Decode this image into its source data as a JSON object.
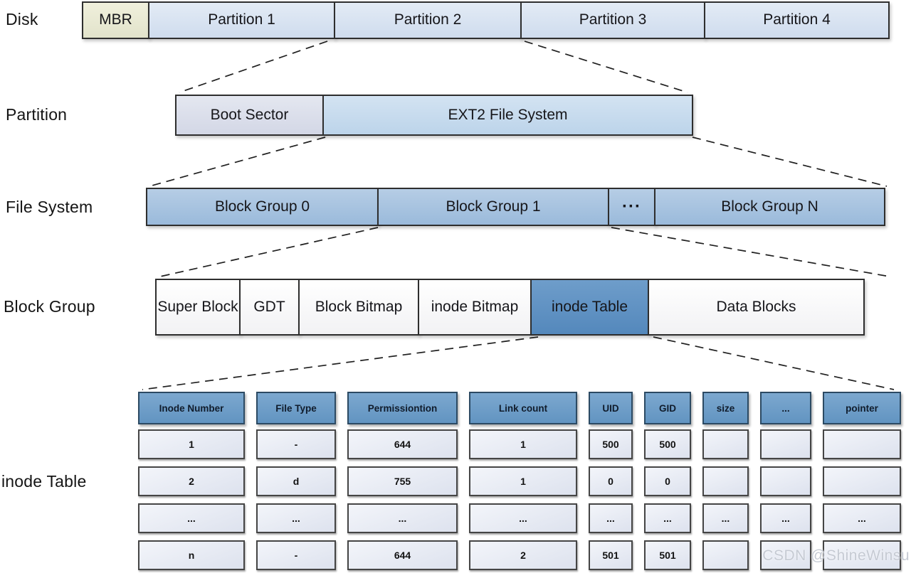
{
  "diagram": {
    "disk": {
      "label": "Disk",
      "segments": {
        "mbr": "MBR",
        "p1": "Partition 1",
        "p2": "Partition 2",
        "p3": "Partition 3",
        "p4": "Partition 4"
      }
    },
    "partition": {
      "label": "Partition",
      "boot_sector": "Boot Sector",
      "ext2": "EXT2 File System"
    },
    "file_system": {
      "label": "File System",
      "bg0": "Block Group 0",
      "bg1": "Block Group 1",
      "dots": "···",
      "bgn": "Block Group N"
    },
    "block_group": {
      "label": "Block Group",
      "super_block": "Super Block",
      "gdt": "GDT",
      "block_bitmap": "Block Bitmap",
      "inode_bitmap": "inode Bitmap",
      "inode_table": "inode Table",
      "data_blocks": "Data Blocks"
    },
    "inode_table": {
      "label": "inode Table",
      "headers": [
        "Inode Number",
        "File Type",
        "Permissiontion",
        "Link count",
        "UID",
        "GID",
        "size",
        "...",
        "pointer"
      ],
      "rows": [
        [
          "1",
          "-",
          "644",
          "1",
          "500",
          "500",
          "",
          "",
          ""
        ],
        [
          "2",
          "d",
          "755",
          "1",
          "0",
          "0",
          "",
          "",
          ""
        ],
        [
          "...",
          "...",
          "...",
          "...",
          "...",
          "...",
          "...",
          "...",
          "..."
        ],
        [
          "n",
          "-",
          "644",
          "2",
          "501",
          "501",
          "",
          "",
          ""
        ]
      ]
    }
  },
  "watermark": "CSDN @ShineWinsu",
  "colors": {
    "partition_fill": "#d9e3f0",
    "mbr_fill": "#ecedd7",
    "boot_sector_fill": "#dde0eb",
    "ext2_fill": "#c8dcee",
    "block_group_fill": "#a8c4e0",
    "inode_table_highlight_fill": "#5d90c3",
    "table_header_fill": "#6fa0c9",
    "table_cell_fill": "#e8ecf4",
    "line_color": "#1f1f1f"
  }
}
